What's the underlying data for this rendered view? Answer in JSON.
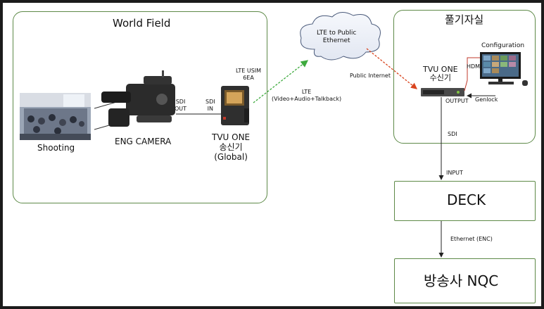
{
  "world_field": {
    "title": "World Field",
    "shooting": "Shooting",
    "eng_camera": "ENG CAMERA",
    "sdi_out": "SDI\nOUT",
    "sdi_in": "SDI\nIN",
    "lte_usim": "LTE USIM\n6EA",
    "tvu_tx": "TVU ONE\n송신기\n(Global)"
  },
  "cloud": {
    "label": "LTE to Public\nEthernet"
  },
  "lte_link": "LTE\n(Video+Audio+Talkback)",
  "public_internet": "Public Internet",
  "room": {
    "title": "풀기자실",
    "tvu_rx": "TVU ONE\n수신기",
    "hdmi": "HDMI",
    "configuration": "Configuration",
    "output": "OUTPUT",
    "genlock": "Genlock"
  },
  "sdi_label": "SDI",
  "input_label": "INPUT",
  "deck": "DECK",
  "ethernet_label": "Ethernet (ENC)",
  "nqc": "방송사 NQC",
  "colors": {
    "box_border": "#5e8a48",
    "lte_arrow": "#3daa3d",
    "internet_arrow": "#d9441e",
    "hdmi_line": "#c0392b"
  }
}
